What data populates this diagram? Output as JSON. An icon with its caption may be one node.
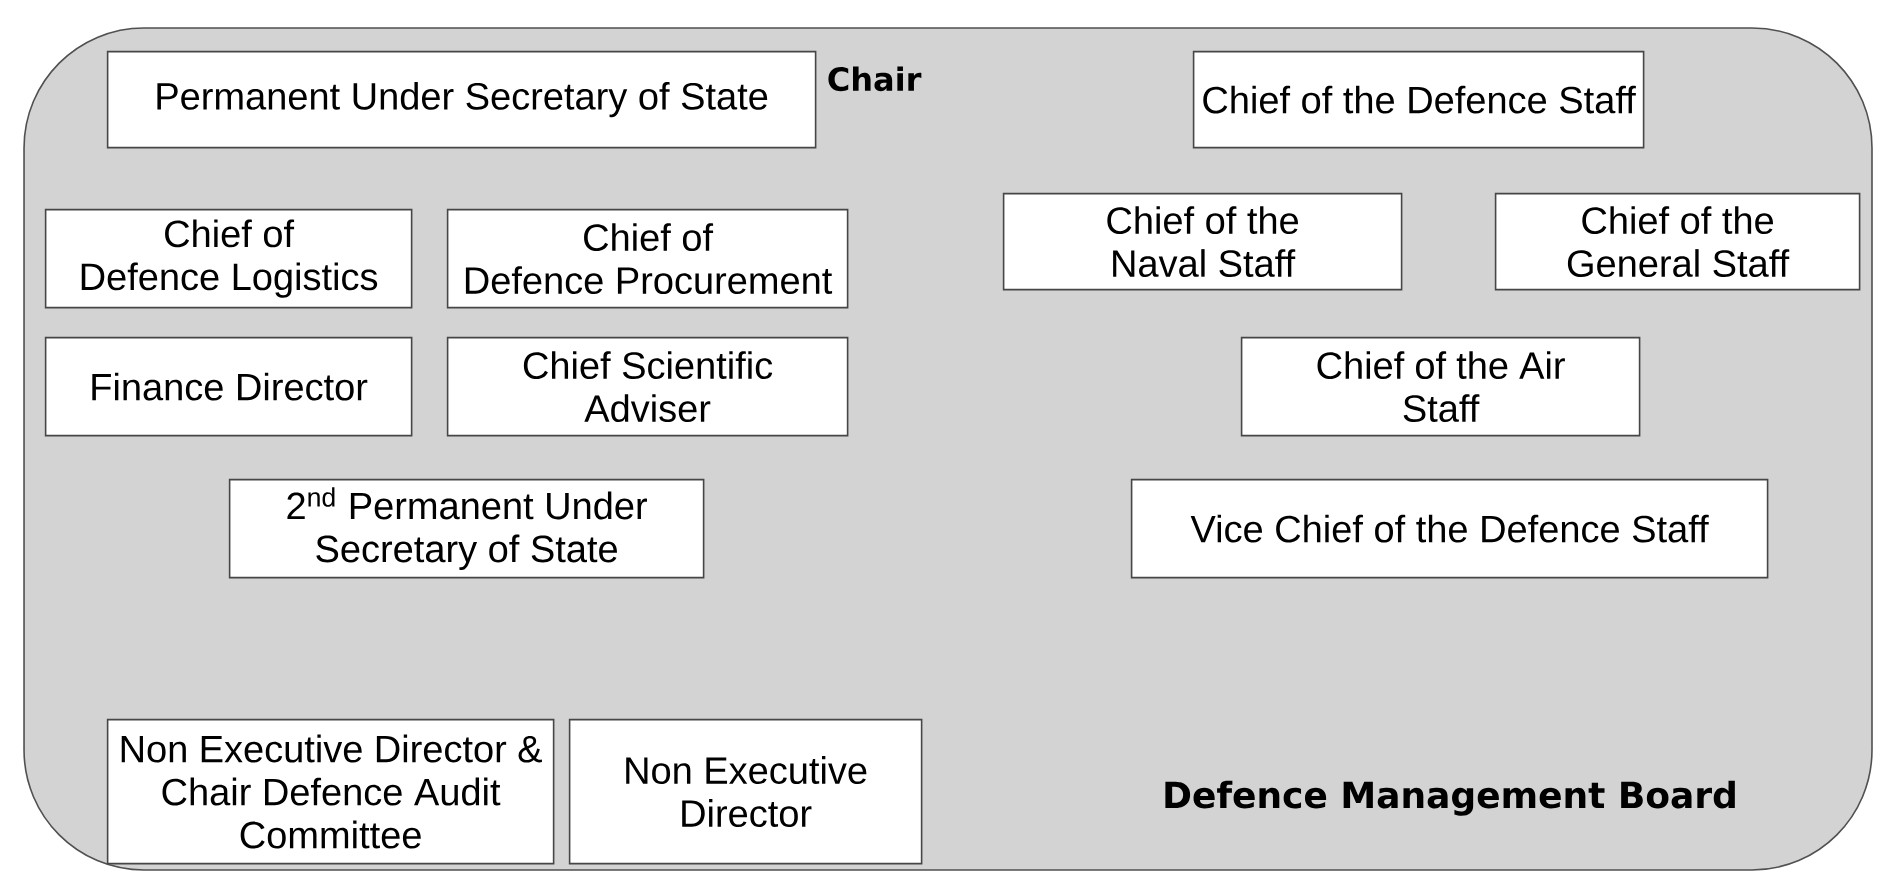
{
  "diagram": {
    "nodes": [
      {
        "text": [
          "Defence Management Board"
        ]
      },
      {
        "text": [
          "Permanent Under Secretary of State"
        ],
        "in": 0,
        "beside": [
          "Chair"
        ]
      },
      {
        "text": [
          "Chief of the Defence Staff"
        ],
        "in": 0
      },
      {
        "text": [
          "Chief of Defence Logistics"
        ],
        "in": 0
      },
      {
        "text": [
          "Chief of Defence Procurement"
        ],
        "in": 0
      },
      {
        "text": [
          "Chief of the Naval Staff"
        ],
        "in": 0
      },
      {
        "text": [
          "Chief of the General Staff"
        ],
        "in": 0
      },
      {
        "text": [
          "Finance Director"
        ],
        "in": 0
      },
      {
        "text": [
          "Chief Scientific Adviser"
        ],
        "in": 0
      },
      {
        "text": [
          "Chief of the Air Staff"
        ],
        "in": 0
      },
      {
        "text": [
          "2$^{nd}$ Permanent Under Secretary of State"
        ],
        "in": 0
      },
      {
        "text": [
          "Vice Chief of the Defence Staff"
        ],
        "in": 0
      },
      {
        "text": [
          "Non Executive Director & Chair Defence Audit Committee"
        ],
        "in": 0
      },
      {
        "text": [
          "Non Executive Director"
        ],
        "in": 0
      }
    ]
  }
}
